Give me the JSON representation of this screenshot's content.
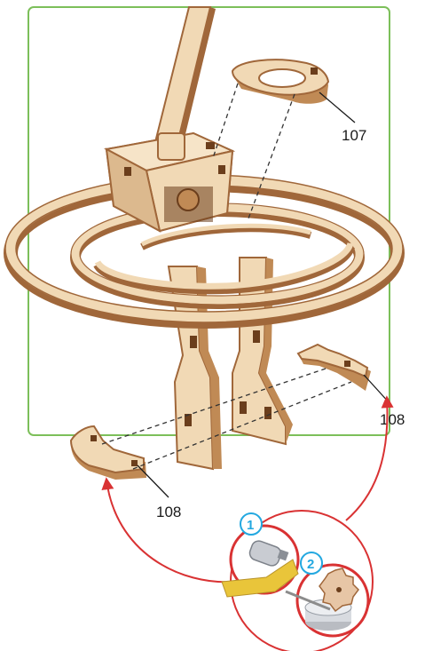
{
  "labels": {
    "part_top": "107",
    "part_right": "108",
    "part_left": "108"
  },
  "steps": {
    "one": "1",
    "two": "2"
  },
  "colors": {
    "frame": "#7cbf5a",
    "wood_face": "#f1d9b5",
    "wood_edge": "#a0673a",
    "wood_dark": "#6b3e1c",
    "arrow": "#d93233",
    "step_badge": "#23a8e0",
    "glue_strip": "#e9c53a"
  },
  "icons": {
    "glue_tube": "glue-tube-icon",
    "glue_pot": "glue-pot-icon",
    "gear_piece": "gear-piece-icon"
  }
}
